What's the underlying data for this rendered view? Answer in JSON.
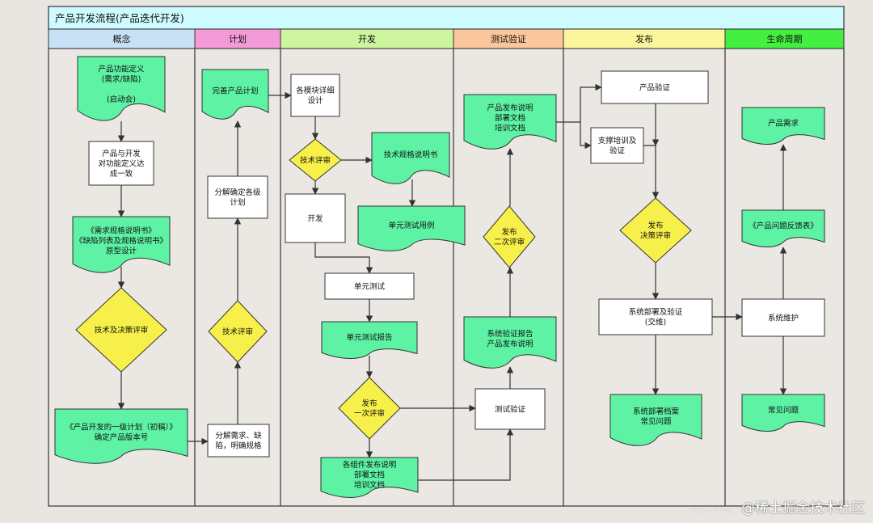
{
  "title": "产品开发流程(产品迭代开发)",
  "colors": {
    "title_bg": "#cdfbff",
    "doc_fill": "#5df2a4",
    "decision_fill": "#f7f04a",
    "process_fill": "#ffffff",
    "lane_bg": "#ebe8e4"
  },
  "lanes": [
    {
      "id": "concept",
      "label": "概念",
      "color": "#c9e1f7"
    },
    {
      "id": "plan",
      "label": "计划",
      "color": "#f59ad8"
    },
    {
      "id": "develop",
      "label": "开发",
      "color": "#cdf59d"
    },
    {
      "id": "test",
      "label": "测试验证",
      "color": "#fbc69b"
    },
    {
      "id": "release",
      "label": "发布",
      "color": "#fbf59c"
    },
    {
      "id": "lifecycle",
      "label": "生命周期",
      "color": "#43ef3f"
    }
  ],
  "nodes": {
    "product_def": {
      "lines": [
        "产品功能定义",
        "(需求/缺陷)",
        "",
        "(启动会)"
      ]
    },
    "consensus": {
      "lines": [
        "产品与开发",
        "对功能定义达",
        "成一致"
      ]
    },
    "req_spec": {
      "lines": [
        "《需求规格说明书》",
        "《缺陷列表及规格说明书》",
        "原型设计"
      ]
    },
    "tech_decision": {
      "lines": [
        "技术及决策评审"
      ]
    },
    "first_plan": {
      "lines": [
        "《产品开发的一级计划（初稿）》",
        "确定产品版本号"
      ]
    },
    "split_needs": {
      "lines": [
        "分解需求、缺",
        "陷，明确规格"
      ]
    },
    "tech_review_plan": {
      "lines": [
        "技术评审"
      ]
    },
    "decompose_plan": {
      "lines": [
        "分解确定各级",
        "计划"
      ]
    },
    "refine_plan": {
      "lines": [
        "完善产品计划"
      ]
    },
    "module_design": {
      "lines": [
        "各模块详细",
        "设计"
      ]
    },
    "tech_review_dev": {
      "lines": [
        "技术评审"
      ]
    },
    "tech_spec": {
      "lines": [
        "技术规格说明书"
      ]
    },
    "develop": {
      "lines": [
        "开发"
      ]
    },
    "unit_test_case": {
      "lines": [
        "单元测试用例"
      ]
    },
    "unit_test": {
      "lines": [
        "单元测试"
      ]
    },
    "unit_test_report": {
      "lines": [
        "单元测试报告"
      ]
    },
    "release_review_1": {
      "lines": [
        "发布",
        "一次评审"
      ]
    },
    "component_docs": {
      "lines": [
        "各组件发布说明",
        "部署文档",
        "培训文档"
      ]
    },
    "test_verify": {
      "lines": [
        "测试验证"
      ]
    },
    "sys_verify_report": {
      "lines": [
        "系统验证报告",
        "产品发布说明"
      ]
    },
    "release_review_2": {
      "lines": [
        "发布",
        "二次评审"
      ]
    },
    "release_docs": {
      "lines": [
        "产品发布说明",
        "部署文档",
        "培训文档"
      ]
    },
    "product_verify": {
      "lines": [
        "产品验证"
      ]
    },
    "training": {
      "lines": [
        "支撑培训及",
        "验证"
      ]
    },
    "release_decision": {
      "lines": [
        "发布",
        "决策评审"
      ]
    },
    "deploy_verify": {
      "lines": [
        "系统部署及验证",
        "(交维)"
      ]
    },
    "deploy_archive": {
      "lines": [
        "系统部署档案",
        "常见问题"
      ]
    },
    "product_needs": {
      "lines": [
        "产品需求"
      ]
    },
    "feedback_form": {
      "lines": [
        "《产品问题反馈表》"
      ]
    },
    "maintenance": {
      "lines": [
        "系统维护"
      ]
    },
    "faq": {
      "lines": [
        "常见问题"
      ]
    }
  },
  "watermark": {
    "url": "https://blog...",
    "text": "@稀土掘金技术社区"
  }
}
